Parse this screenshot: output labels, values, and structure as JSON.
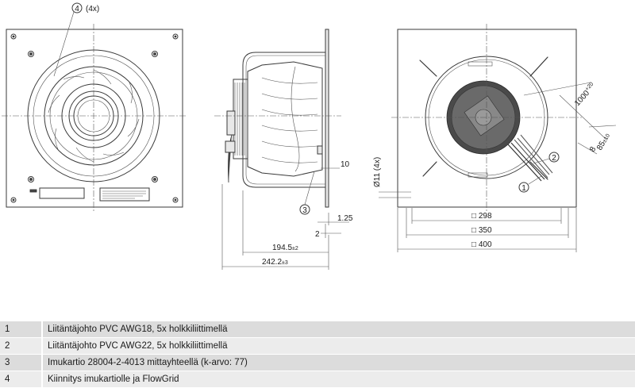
{
  "callouts": {
    "c4_label": "4",
    "c4_qty": "(4x)",
    "c3_label": "3",
    "c2_label": "2",
    "c1_label": "1"
  },
  "dimensions": {
    "d_10": "10",
    "d_1_25": "1.25",
    "d_2": "2",
    "d_194_5": "194.5",
    "d_194_5_tol": "±2",
    "d_242_2": "242.2",
    "d_242_2_tol": "±3",
    "d_11": "Ø11 (4x)",
    "d_298": "□ 298",
    "d_350": "□ 350",
    "d_400": "□ 400",
    "d_1000": "1000",
    "d_1000_tol": "+20",
    "d_85": "85",
    "d_85_tol": "±10",
    "d_8": "8"
  },
  "legend": [
    {
      "num": "1",
      "text": "Liitäntäjohto PVC AWG18, 5x holkkiliittimellä"
    },
    {
      "num": "2",
      "text": "Liitäntäjohto PVC AWG22, 5x holkkiliittimellä"
    },
    {
      "num": "3",
      "text": "Imukartio 28004-2-4013 mittayhteellä (k-arvo: 77)"
    },
    {
      "num": "4",
      "text": "Kiinnitys imukartiolle ja FlowGrid"
    }
  ]
}
